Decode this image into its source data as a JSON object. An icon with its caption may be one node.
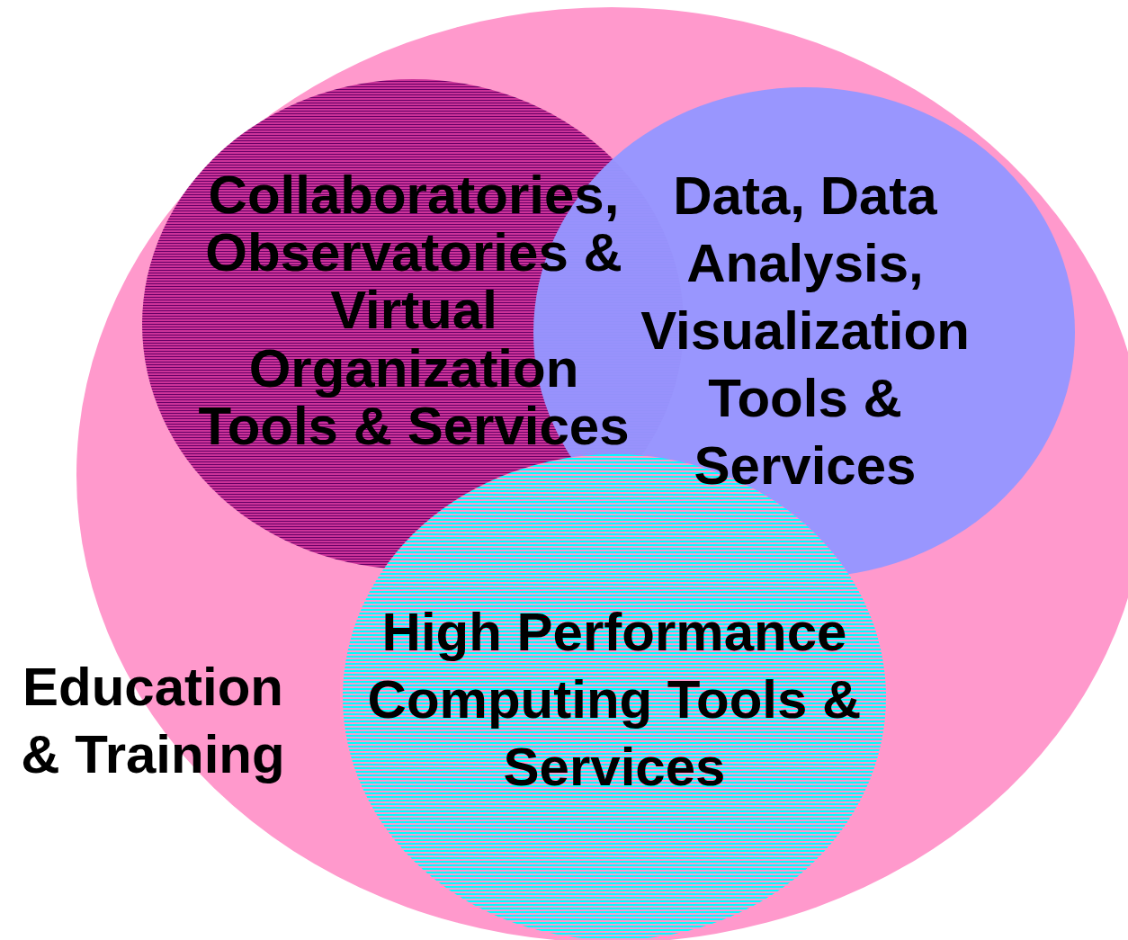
{
  "diagram": {
    "nodes": [
      {
        "text": [
          "Education & Training"
        ]
      },
      {
        "text": [
          "Collaboratories, Observatories & Virtual Organization Tools & Services"
        ],
        "in": 0
      },
      {
        "text": [
          "Data, Data Analysis, Visualization Tools & Services"
        ],
        "in": 0
      },
      {
        "text": [
          "High Performance Computing Tools & Services"
        ],
        "in": 0
      }
    ]
  }
}
